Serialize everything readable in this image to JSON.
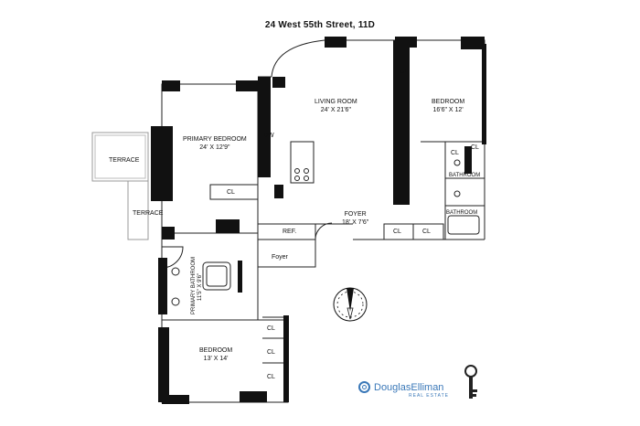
{
  "title": "24 West 55th Street, 11D",
  "rooms": {
    "living_room": {
      "name": "LIVING ROOM",
      "dims": "24' X 21'6\""
    },
    "bedroom_east": {
      "name": "BEDROOM",
      "dims": "16'6\" X 12'"
    },
    "primary_bedroom": {
      "name": "PRIMARY BEDROOM",
      "dims": "24' X 12'9\""
    },
    "foyer_main": {
      "name": "FOYER",
      "dims": "18' X 7'6\""
    },
    "foyer_small": {
      "name": "Foyer"
    },
    "primary_bathroom": {
      "name": "PRIMARY BATHROOM",
      "dims": "11'5\" X 9'6\""
    },
    "bedroom_south": {
      "name": "BEDROOM",
      "dims": "13' X 14'"
    },
    "bathroom_upper": {
      "name": "BATHROOM"
    },
    "bathroom_lower": {
      "name": "BATHROOM"
    },
    "terrace_upper": {
      "name": "TERRACE"
    },
    "terrace_lower": {
      "name": "TERRACE"
    }
  },
  "fixtures": {
    "dw": "DW",
    "ref": "REF.",
    "closet": "CL"
  },
  "branding": {
    "company": "DouglasElliman",
    "tagline": "REAL ESTATE",
    "accent_color": "#3a78b8"
  },
  "icons": [
    "compass-icon",
    "key-icon"
  ]
}
